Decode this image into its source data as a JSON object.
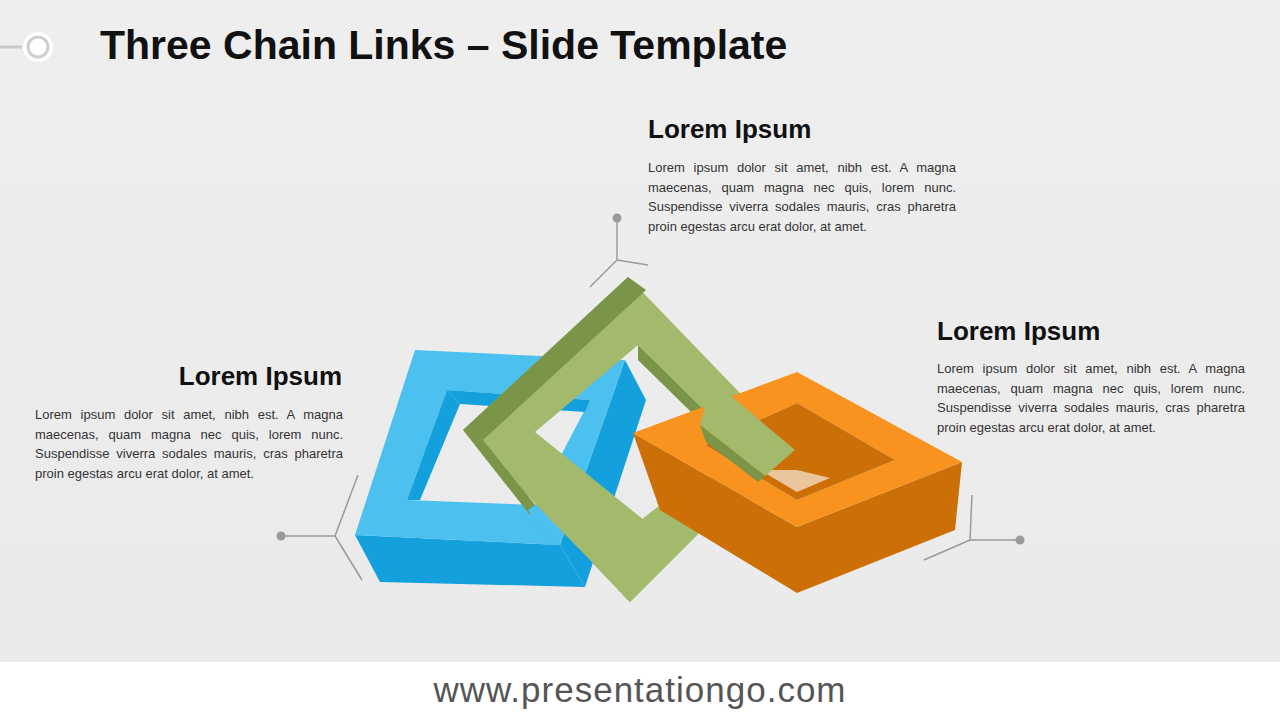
{
  "diagram": {
    "title": "Three Chain Links – Slide Template",
    "labels": [
      "Lorem Ipsum",
      "Lorem ipsum dolor sit amet, nibh est. A magna maecenas, quam magna nec quis, lorem nunc. Suspendisse viverra sodales mauris, cras pharetra proin egestas arcu erat dolor, at amet.",
      "Lorem Ipsum",
      "Lorem ipsum dolor sit amet, nibh est. A magna maecenas, quam magna nec quis, lorem nunc. Suspendisse viverra sodales mauris, cras pharetra proin egestas arcu erat dolor, at amet.",
      "Lorem Ipsum",
      "Lorem ipsum dolor sit amet, nibh est. A magna maecenas, quam magna nec quis, lorem nunc. Suspendisse viverra sodales mauris, cras pharetra proin egestas arcu erat dolor, at amet.",
      "www.presentationgo.com"
    ]
  }
}
